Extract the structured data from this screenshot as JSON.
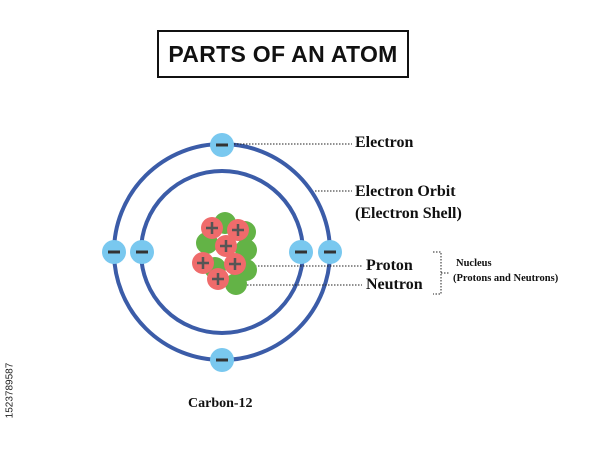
{
  "title": "PARTS OF AN ATOM",
  "labels": {
    "electron": "Electron",
    "electron_orbit": "Electron Orbit",
    "electron_shell": "(Electron Shell)",
    "proton": "Proton",
    "neutron": "Neutron",
    "nucleus": "Nucleus",
    "nucleus_desc": "(Protons and Neutrons)"
  },
  "caption": "Carbon-12",
  "stock_id": "1523789587",
  "colors": {
    "orbit": "#3b5ca8",
    "electron": "#79c8ef",
    "proton": "#ef6b6b",
    "neutron": "#63b346",
    "text": "#111111"
  }
}
